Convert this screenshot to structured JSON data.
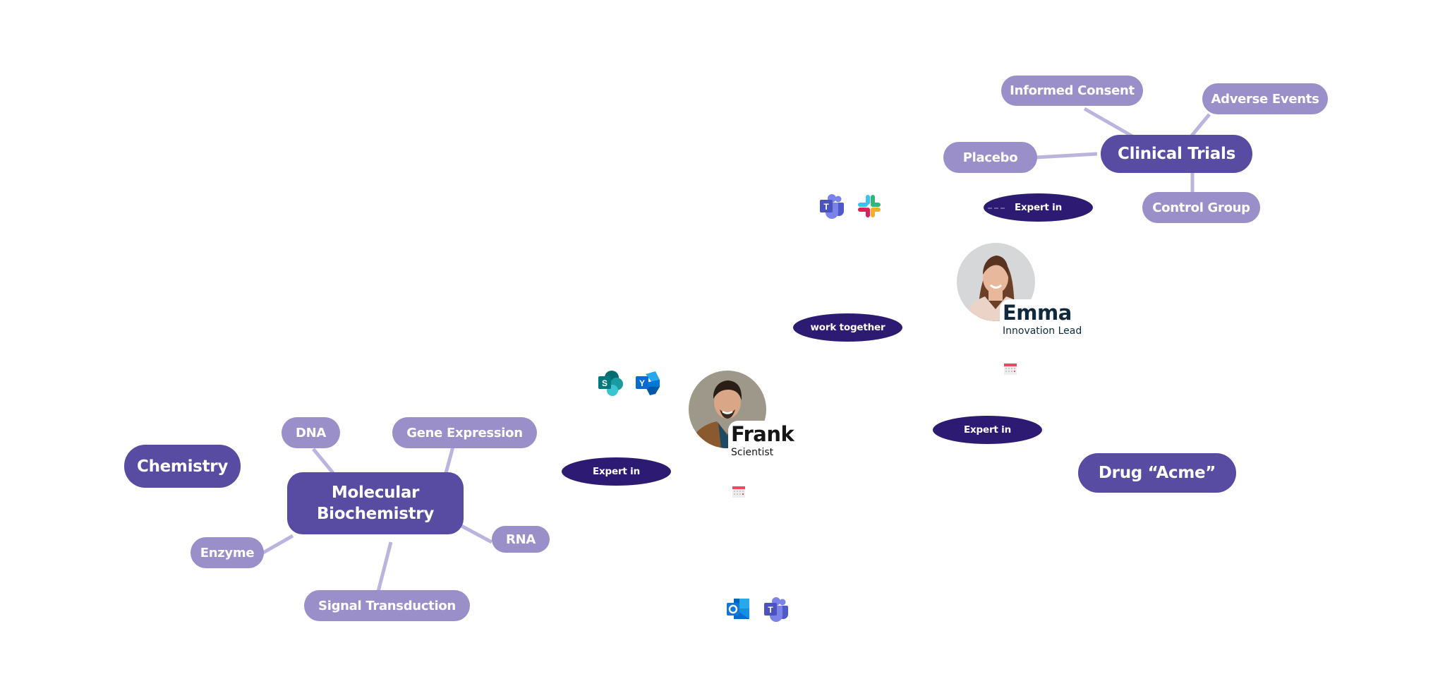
{
  "colors": {
    "topic_node": "#574ba2",
    "sub_node": "#9a8fc8",
    "edge": "#bcb4de",
    "relation_pill": "#2d1a72",
    "emma_text": "#10293d",
    "frank_text": "#161616"
  },
  "topics": {
    "clinical_trials": {
      "label": "Clinical Trials",
      "subtopics": [
        "Informed Consent",
        "Adverse Events",
        "Placebo",
        "Control Group"
      ]
    },
    "molecular_biochemistry": {
      "label": "Molecular Biochemistry",
      "subtopics": [
        "DNA",
        "Gene Expression",
        "RNA",
        "Enzyme",
        "Signal Transduction"
      ]
    },
    "chemistry": {
      "label": "Chemistry"
    },
    "drug_acme": {
      "label": "Drug “Acme”"
    }
  },
  "relations": [
    {
      "label": "Expert in"
    },
    {
      "label": "work together"
    },
    {
      "label": "Expert in"
    },
    {
      "label": "Expert in"
    }
  ],
  "people": {
    "emma": {
      "name": "Emma",
      "role": "Innovation Lead",
      "apps": [
        "teams-icon",
        "slack-icon"
      ],
      "extra_icon": "calendar-icon"
    },
    "frank": {
      "name": "Frank",
      "role": "Scientist",
      "apps": [
        "sharepoint-icon",
        "yammer-icon"
      ],
      "extra_icon": "calendar-icon"
    }
  },
  "bottom_apps": [
    "outlook-icon",
    "teams-icon"
  ]
}
